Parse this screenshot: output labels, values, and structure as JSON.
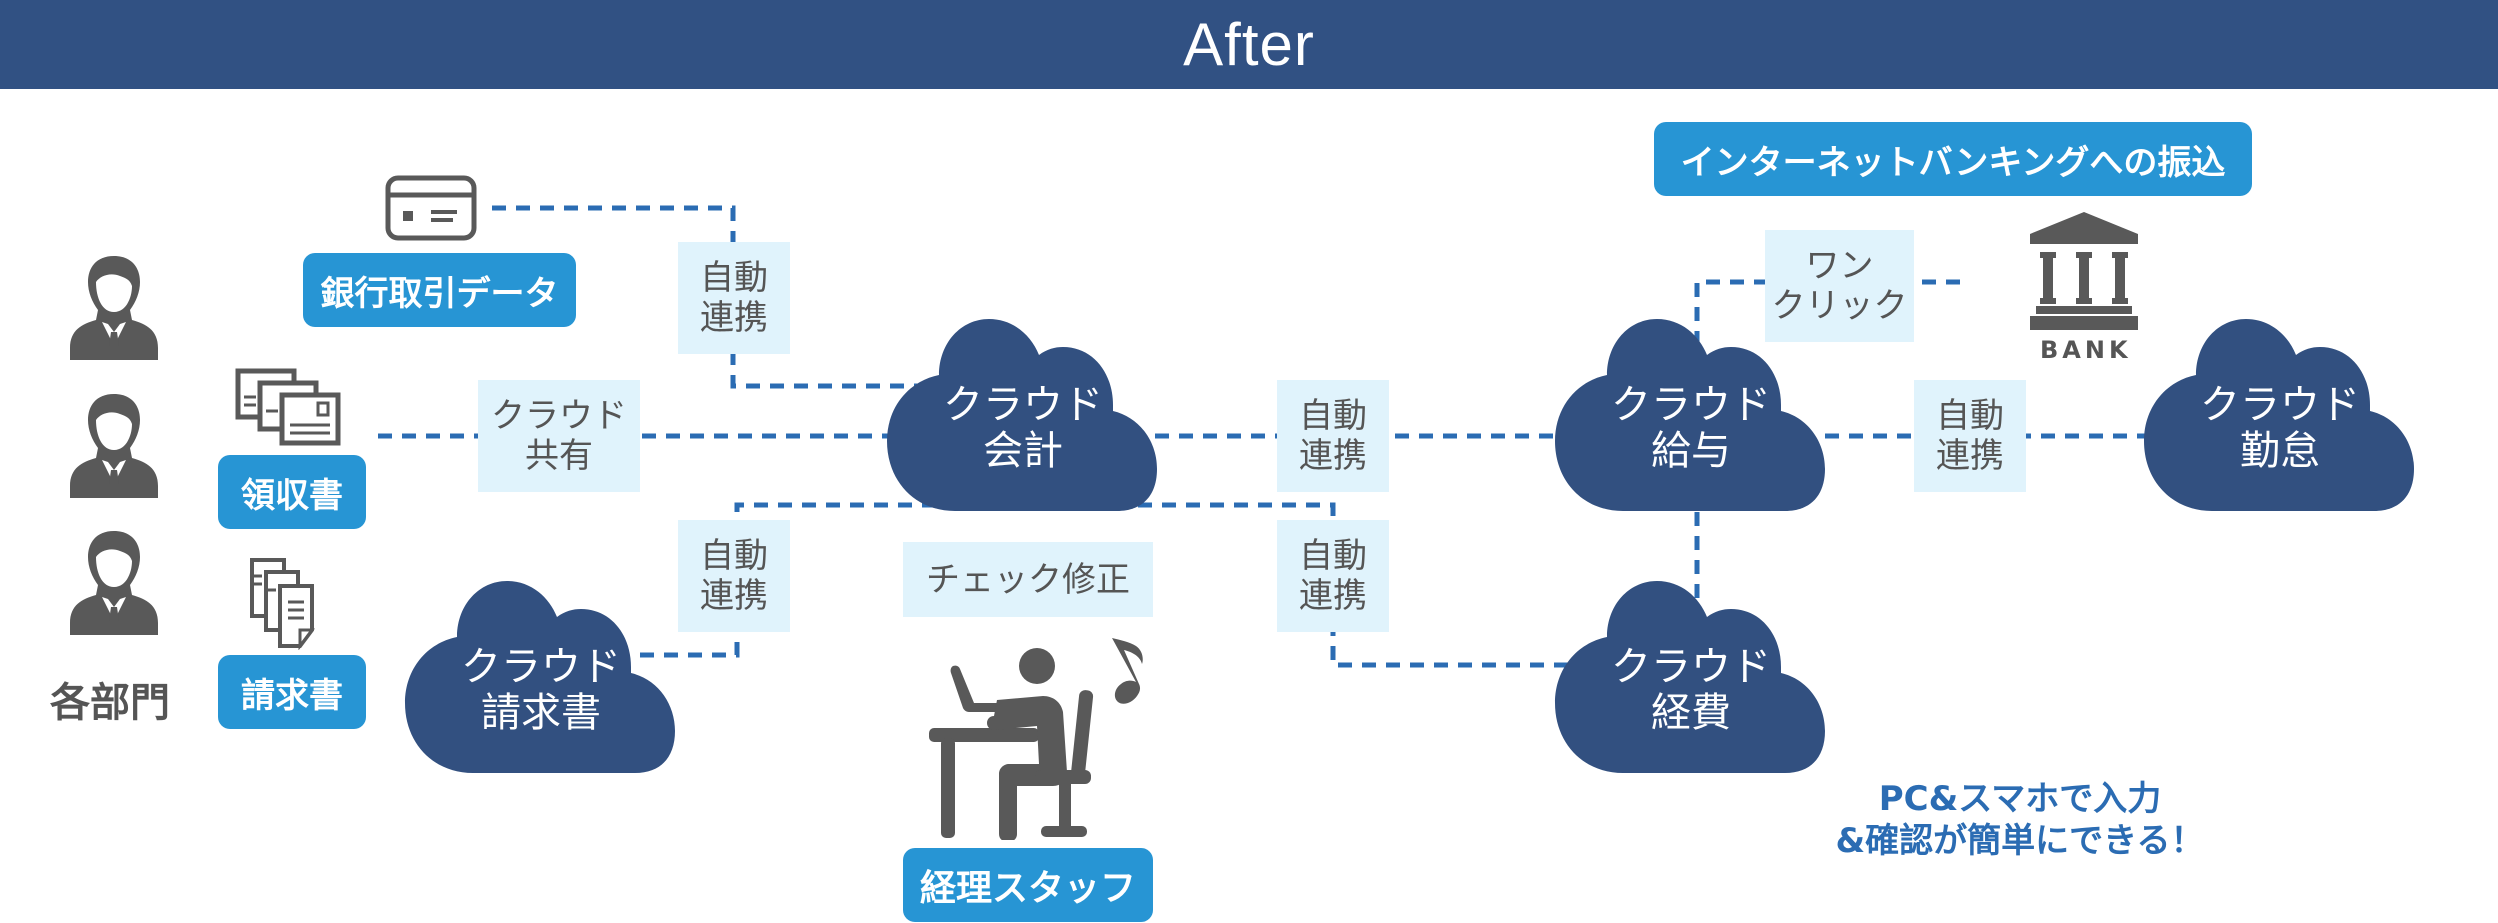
{
  "header": {
    "title": "After"
  },
  "colors": {
    "header_bg": "#315183",
    "cloud": "#325080",
    "badge": "#2795d4",
    "tag_bg": "#e0f3fc",
    "connector": "#2b6cb3",
    "icon_gray": "#595959",
    "note_text": "#2b6cb3"
  },
  "departments": {
    "label": "各部門",
    "people_icons": [
      "person-icon",
      "person-icon",
      "person-icon"
    ]
  },
  "documents": [
    {
      "id": "bank-data",
      "icon": "bank-card-icon",
      "label": "銀行取引データ"
    },
    {
      "id": "receipts",
      "icon": "receipts-stack-icon",
      "label": "領収書"
    },
    {
      "id": "invoices",
      "icon": "documents-stack-icon",
      "label": "請求書"
    }
  ],
  "clouds": [
    {
      "id": "accounting",
      "label": "クラウド\n会計"
    },
    {
      "id": "invoice",
      "label": "クラウド\n請求書"
    },
    {
      "id": "payroll",
      "label": "クラウド\n給与"
    },
    {
      "id": "attendance",
      "label": "クラウド\n勤怠"
    },
    {
      "id": "expenses",
      "label": "クラウド\n経費"
    }
  ],
  "connector_tags": [
    {
      "id": "bank-to-accounting",
      "label": "自動\n連携"
    },
    {
      "id": "receipts-to-accounting",
      "label": "クラウド\n共有"
    },
    {
      "id": "invoice-to-accounting",
      "label": "自動\n連携"
    },
    {
      "id": "accounting-to-payroll",
      "label": "自動\n連携"
    },
    {
      "id": "accounting-to-expenses",
      "label": "自動\n連携"
    },
    {
      "id": "payroll-to-attendance",
      "label": "自動\n連携"
    },
    {
      "id": "payroll-to-bank",
      "label": "ワン\nクリック"
    }
  ],
  "staff": {
    "check_tag": "チェック修正",
    "icon": "desk-worker-icon",
    "music_icon": "music-note-icon",
    "label": "経理スタッフ"
  },
  "banking": {
    "title": "インターネットバンキングへの振込",
    "icon": "bank-building-icon",
    "icon_text": "BANK"
  },
  "note": {
    "text": "PC&スマホで入力\n&確認が簡単にできる！"
  }
}
